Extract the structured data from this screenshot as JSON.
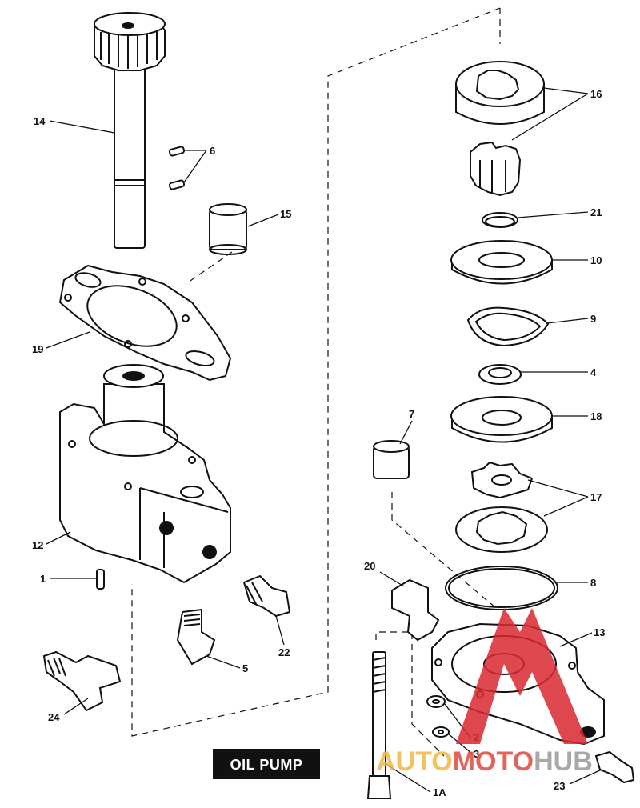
{
  "title": "OIL PUMP",
  "watermark": {
    "parts": [
      "AUTO",
      "MOTO",
      "HUB"
    ],
    "colors": {
      "auto": "#f0b840",
      "moto": "#e04a3f",
      "hub": "#9a9a9a",
      "logo": "#d9282f"
    }
  },
  "callouts": [
    "14",
    "6",
    "15",
    "19",
    "12",
    "1",
    "5",
    "22",
    "24",
    "16",
    "21",
    "10",
    "9",
    "4",
    "18",
    "7",
    "17",
    "8",
    "20",
    "13",
    "2",
    "3",
    "1A",
    "23"
  ]
}
